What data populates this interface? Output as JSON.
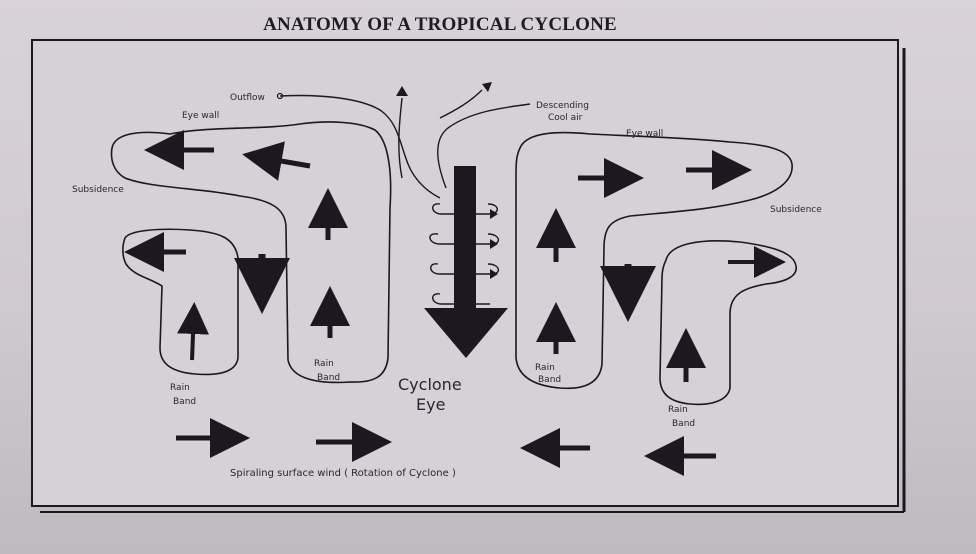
{
  "title": "ANATOMY OF A TROPICAL CYCLONE",
  "labels": {
    "outflow": "Outflow",
    "descending_line1": "Descending",
    "descending_line2": "Cool air",
    "eye_wall_left": "Eye wall",
    "eye_wall_right": "Eye wall",
    "subsidence_left": "Subsidence",
    "subsidence_right": "Subsidence",
    "rain_band": "Rain",
    "rain_band_2": "Band",
    "cyclone_eye_line1": "Cyclone",
    "cyclone_eye_line2": "Eye",
    "surface_wind": "Spiraling surface wind ( Rotation of Cyclone )"
  },
  "colors": {
    "ink": "#1b181f",
    "paper": "#d3ced4"
  }
}
